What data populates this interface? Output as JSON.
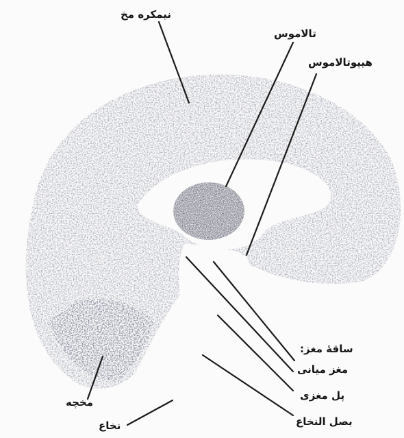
{
  "diagram": {
    "title": "",
    "labels": {
      "cerebrum": "نیمکره مخ",
      "thalamus": "تالاموس",
      "hypothalamus": "هیپوتالاموس",
      "brainstem": "ساقهٔ مغز:",
      "midbrain": "مغز میانی",
      "pons": "پل مغزی",
      "medulla": "بصل النخاع",
      "cerebellum": "مخچه",
      "spinal_cord": "نخاع"
    },
    "colors": {
      "tissue": "#7a7d92",
      "tissue_dark": "#3c3e52",
      "ink": "#141414",
      "background": "#fbfbfb"
    }
  }
}
